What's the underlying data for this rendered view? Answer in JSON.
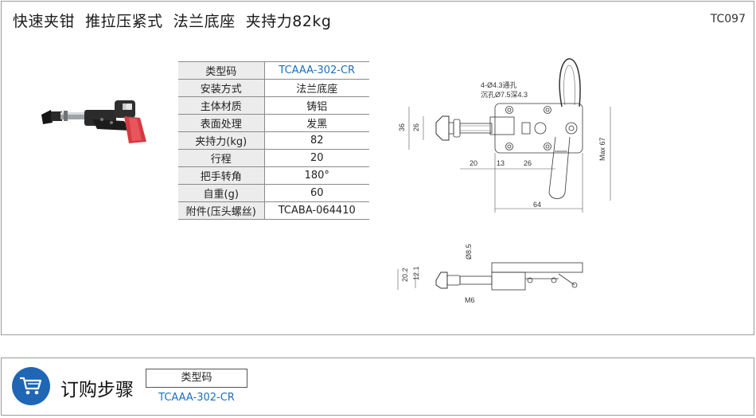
{
  "header": {
    "title": "快速夹钳  推拉压紧式  法兰底座  夹持力82kg",
    "code": "TC097"
  },
  "spec_table": [
    {
      "key": "类型码",
      "value": "TCAAA-302-CR",
      "highlight": true
    },
    {
      "key": "安装方式",
      "value": "法兰底座"
    },
    {
      "key": "主体材质",
      "value": "铸铝"
    },
    {
      "key": "表面处理",
      "value": "发黑"
    },
    {
      "key": "夹持力(kg)",
      "value": "82"
    },
    {
      "key": "行程",
      "value": "20"
    },
    {
      "key": "把手转角",
      "value": "180°"
    },
    {
      "key": "自重(g)",
      "value": "60"
    },
    {
      "key": "附件(压头螺丝)",
      "value": "TCABA-064410"
    }
  ],
  "drawing": {
    "hole_note_1": "4-Ø4.3通孔",
    "hole_note_2": "沉孔Ø7.5深4.3",
    "dim_36": "36",
    "dim_26v": "26",
    "dim_20": "20",
    "dim_13": "13",
    "dim_26h": "26",
    "dim_64": "64",
    "dim_max67": "Max 67",
    "dim_8_5": "Ø8.5",
    "dim_20_2": "20.2",
    "dim_12_1": "12.1",
    "dim_m6": "M6"
  },
  "order": {
    "section_title": "订购步骤",
    "icon": "shopping-cart-icon",
    "field_label": "类型码",
    "field_value": "TCAAA-302-CR"
  }
}
